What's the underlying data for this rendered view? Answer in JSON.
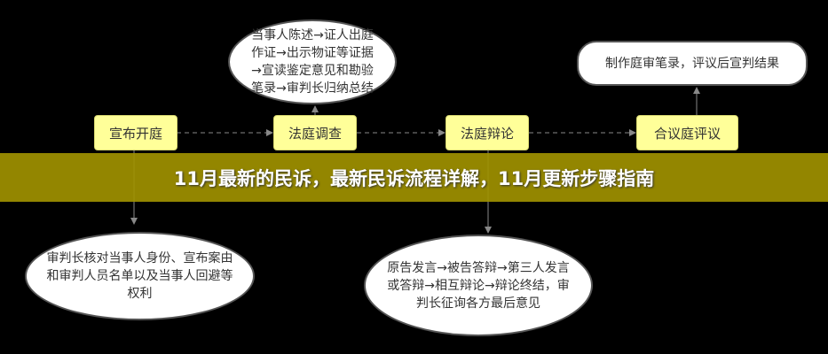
{
  "steps": [
    {
      "label": "宣布开庭"
    },
    {
      "label": "法庭调查"
    },
    {
      "label": "法庭辩论"
    },
    {
      "label": "合议庭评议"
    }
  ],
  "notes": {
    "announce": "审判长核对当事人身份、宣布案由和审判人员名单以及当事人回避等权利",
    "investigation": "当事人陈述→证人出庭作证→出示物证等证据→宣读鉴定意见和勘验笔录→审判长归纳总结",
    "debate": "原告发言→被告答辩→第三人发言或答辩→相互辩论→辩论终结，审判长征询各方最后意见",
    "deliberation": "制作庭审笔录，评议后宣判结果"
  },
  "banner": {
    "title": "11月最新的民诉，最新民诉流程详解，11月更新步骤指南"
  }
}
